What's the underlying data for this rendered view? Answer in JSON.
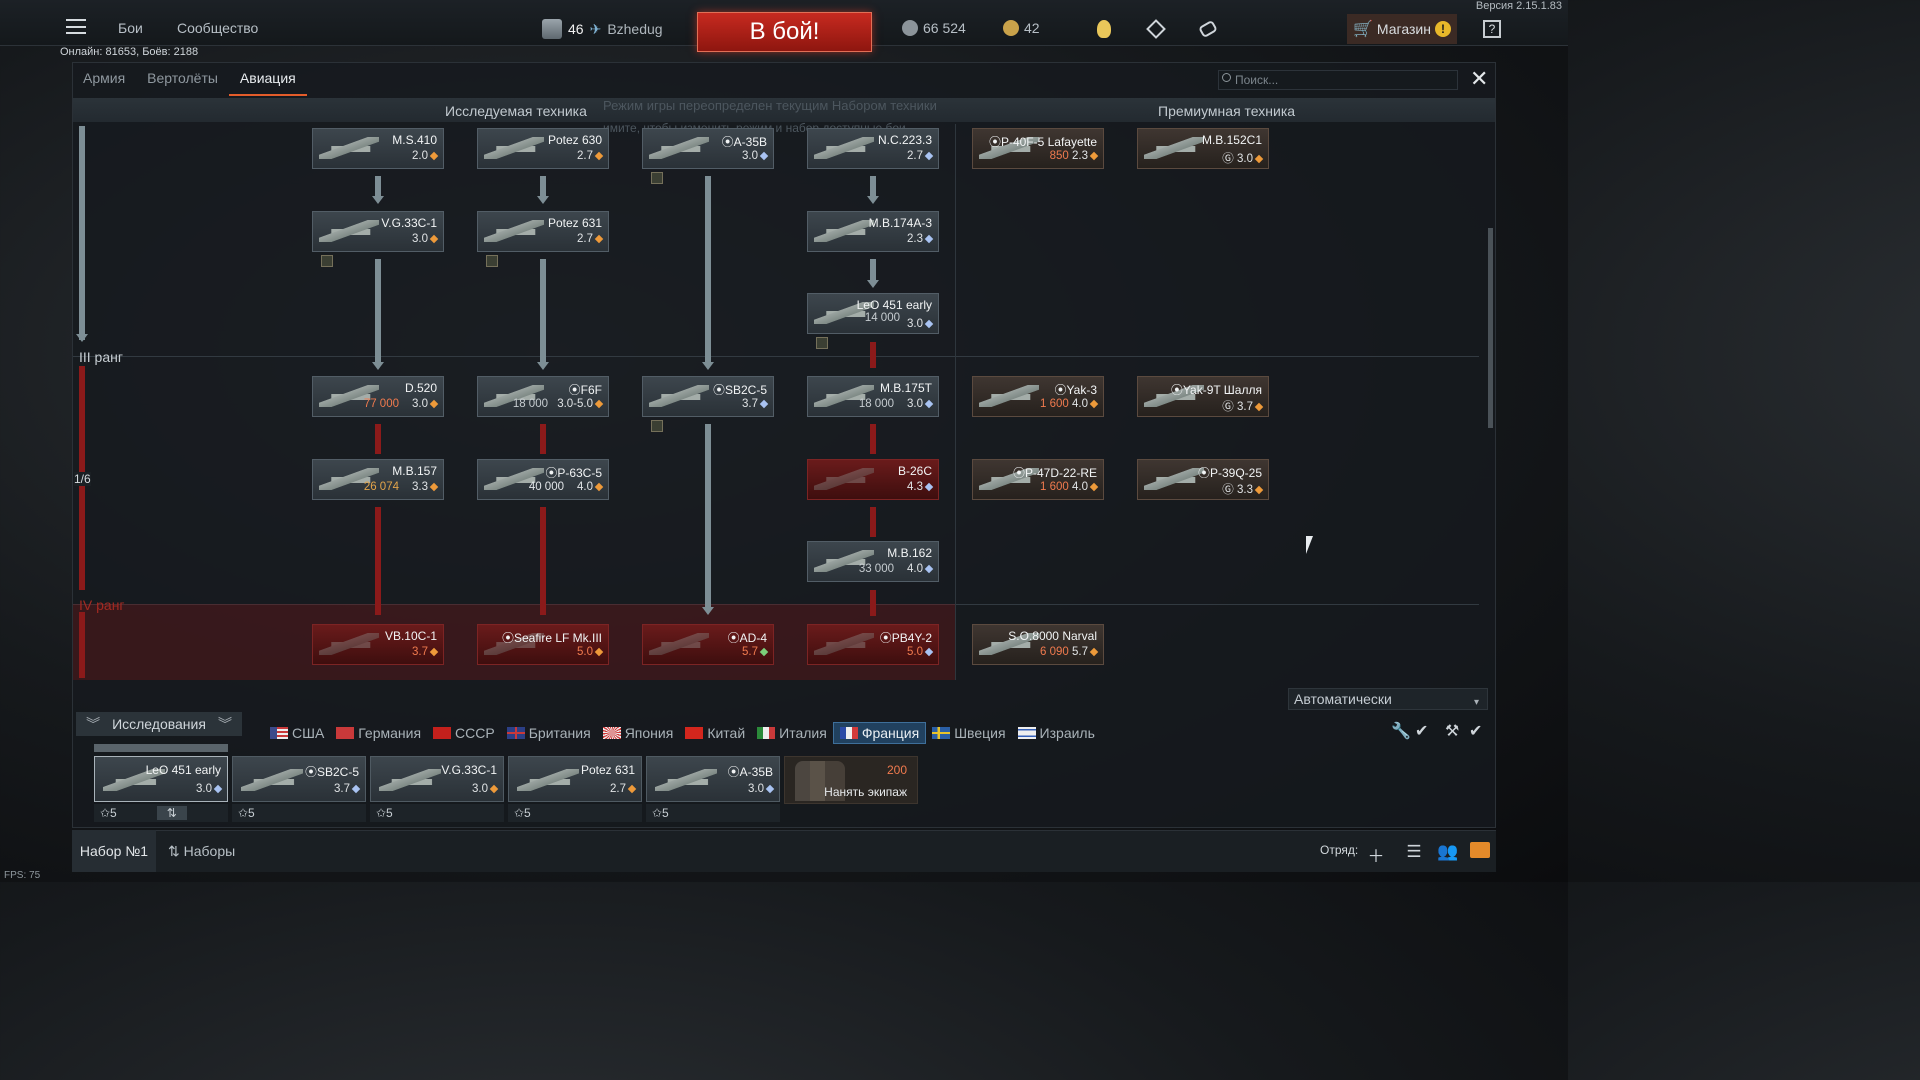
{
  "app": {
    "version": "Версия 2.15.1.83",
    "online": "Онлайн: 81653, Боёв: 2188",
    "fps": "FPS: 75"
  },
  "topbar": {
    "nav": [
      "Бои",
      "Сообщество"
    ],
    "player": {
      "level": "46",
      "name": "Bzhedug"
    },
    "battle_button": "В бой!",
    "silver": "66 524",
    "gold": "42",
    "shop_label": "Магазин",
    "shop_alert": "!",
    "help": "?"
  },
  "tabs": [
    {
      "label": "Армия",
      "active": false
    },
    {
      "label": "Вертолёты",
      "active": false
    },
    {
      "label": "Авиация",
      "active": true
    }
  ],
  "search": {
    "placeholder": "Поиск..."
  },
  "close_symbol": "✕",
  "sections": {
    "researchable": "Исследуемая техника",
    "premium": "Премиумная техника",
    "ghost_line1": "Режим игры переопределен текущим Набором техники",
    "ghost_line2": "имите, чтобы изменить режим и набор доступные бои"
  },
  "ranks": {
    "rank3": "III ранг",
    "rank4": "IV ранг",
    "progress": "1/6"
  },
  "tree": {
    "col1": [
      {
        "name": "M.S.410",
        "br": "2.0",
        "dot": "o"
      },
      {
        "name": "V.G.33C-1",
        "br": "3.0",
        "dot": "o"
      },
      {
        "name": "D.520",
        "br": "3.0",
        "price": "77 000",
        "dot": "o"
      },
      {
        "name": "M.B.157",
        "br": "3.3",
        "price": "26 074",
        "dot": "o"
      },
      {
        "name": "VB.10C-1",
        "br": "3.7",
        "dot": "o",
        "locked": true
      }
    ],
    "col2": [
      {
        "name": "Potez 630",
        "br": "2.7",
        "dot": "o"
      },
      {
        "name": "Potez 631",
        "br": "2.7",
        "dot": "o"
      },
      {
        "name": "⦿F6F",
        "br": "3.0-5.0",
        "price": "18 000",
        "dot": "o"
      },
      {
        "name": "⦿P-63C-5",
        "br": "4.0",
        "price": "40 000",
        "dot": "o"
      },
      {
        "name": "⦿Seafire LF Mk.III",
        "br": "5.0",
        "dot": "o",
        "locked": true
      }
    ],
    "col3": [
      {
        "name": "⦿A-35B",
        "br": "3.0",
        "dot": "b"
      },
      {
        "name": "⦿SB2C-5",
        "br": "3.7",
        "dot": "b"
      },
      {
        "name": "⦿AD-4",
        "br": "5.7",
        "dot": "g",
        "locked": true
      }
    ],
    "col4": [
      {
        "name": "N.C.223.3",
        "br": "2.7",
        "dot": "b"
      },
      {
        "name": "M.B.174A-3",
        "br": "2.3",
        "dot": "b"
      },
      {
        "name": "LeO 451 early",
        "br": "3.0",
        "price": "14 000",
        "dot": "b"
      },
      {
        "name": "M.B.175T",
        "br": "3.0",
        "price": "18 000",
        "dot": "b"
      },
      {
        "name": "B-26C",
        "br": "4.3",
        "dot": "b",
        "locked": true
      },
      {
        "name": "M.B.162",
        "br": "4.0",
        "price": "33 000",
        "dot": "b"
      },
      {
        "name": "⦿PB4Y-2",
        "br": "5.0",
        "dot": "b",
        "locked": true
      }
    ],
    "premium": [
      {
        "name": "⦿P-40F-5 Lafayette",
        "br": "2.3",
        "price": "850",
        "dot": "o"
      },
      {
        "name": "M.B.152C1",
        "br": "3.0",
        "price": "Ⓖ",
        "dot": "o"
      },
      {
        "name": "⦿Yak-3",
        "br": "4.0",
        "price": "1 600",
        "dot": "o"
      },
      {
        "name": "⦿Yak-9T Шалля",
        "br": "3.7",
        "price": "Ⓖ",
        "dot": "o"
      },
      {
        "name": "⦿P-47D-22-RE",
        "br": "4.0",
        "price": "1 600",
        "dot": "o"
      },
      {
        "name": "⦿P-39Q-25",
        "br": "3.3",
        "price": "Ⓖ",
        "dot": "o"
      },
      {
        "name": "S.O.8000 Narval",
        "br": "5.7",
        "price": "6 090",
        "dot": "o"
      }
    ]
  },
  "auto_select": "Автоматически",
  "research_tab": "Исследования",
  "nations": [
    {
      "label": "США",
      "active": false
    },
    {
      "label": "Германия",
      "active": false
    },
    {
      "label": "СССР",
      "active": false
    },
    {
      "label": "Британия",
      "active": false
    },
    {
      "label": "Япония",
      "active": false
    },
    {
      "label": "Китай",
      "active": false
    },
    {
      "label": "Италия",
      "active": false
    },
    {
      "label": "Франция",
      "active": true
    },
    {
      "label": "Швеция",
      "active": false
    },
    {
      "label": "Израиль",
      "active": false
    }
  ],
  "crew_slots": [
    {
      "name": "LeO 451 early",
      "br": "3.0",
      "crew": "✩5"
    },
    {
      "name": "⦿SB2C-5",
      "br": "3.7",
      "crew": "✩5"
    },
    {
      "name": "V.G.33C-1",
      "br": "3.0",
      "crew": "✩5"
    },
    {
      "name": "Potez 631",
      "br": "2.7",
      "crew": "✩5"
    },
    {
      "name": "⦿A-35B",
      "br": "3.0",
      "crew": "✩5"
    }
  ],
  "hire_crew": {
    "price": "200",
    "label": "Нанять экипаж"
  },
  "footer": {
    "preset": "Набор №1",
    "presets": "Наборы",
    "squad": "Отряд:"
  },
  "colors": {
    "accent": "#e45c2a",
    "battle": "#c72a20",
    "locked": "#6a1b1b",
    "price_red": "#f07a4e",
    "price_gold": "#e2a44a",
    "france": "#21415f"
  }
}
